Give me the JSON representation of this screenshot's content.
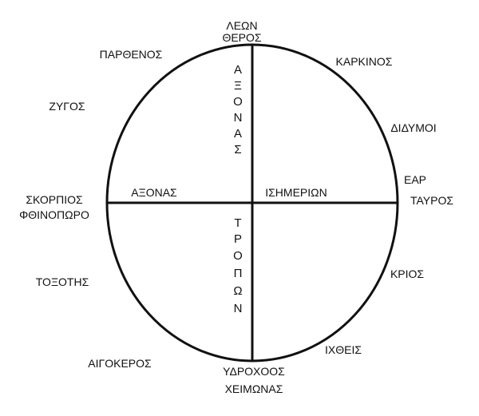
{
  "diagram": {
    "colors": {
      "stroke": "#111111",
      "text": "#111111",
      "background": "#ffffff"
    },
    "signs": {
      "leon": "ΛΕΩΝ",
      "theros": "ΘΕΡΟΣ",
      "karkinos": "ΚΑΡΚΙΝΟΣ",
      "didymoi": "ΔΙΔΥΜΟΙ",
      "ear": "ΕΑΡ",
      "tavros": "ΤΑΥΡΟΣ",
      "krios": "ΚΡΙΟΣ",
      "ichtheis": "ΙΧΘΕΙΣ",
      "ydrochoos": "ΥΔΡΟΧΟΟΣ",
      "cheimonas": "ΧΕΙΜΩΝΑΣ",
      "aigokeros": "ΑΙΓΟΚΕΡΟΣ",
      "toxotis": "ΤΟΞΟΤΗΣ",
      "skorpios": "ΣΚΟΡΠΙΟΣ",
      "fthinoporo": "ΦΘΙΝΟΠΩΡΟ",
      "zygos": "ΖΥΓΟΣ",
      "parthenos": "ΠΑΡΘΕΝΟΣ"
    },
    "axes": {
      "horizontal_left": "ΑΞΟΝΑΣ",
      "horizontal_right": "ΙΣΗΜΕΡΙΩΝ",
      "vertical_top": [
        "Α",
        "Ξ",
        "Ο",
        "Ν",
        "Α",
        "Σ"
      ],
      "vertical_bottom": [
        "Τ",
        "Ρ",
        "Ο",
        "Π",
        "Ω",
        "Ν"
      ]
    }
  }
}
